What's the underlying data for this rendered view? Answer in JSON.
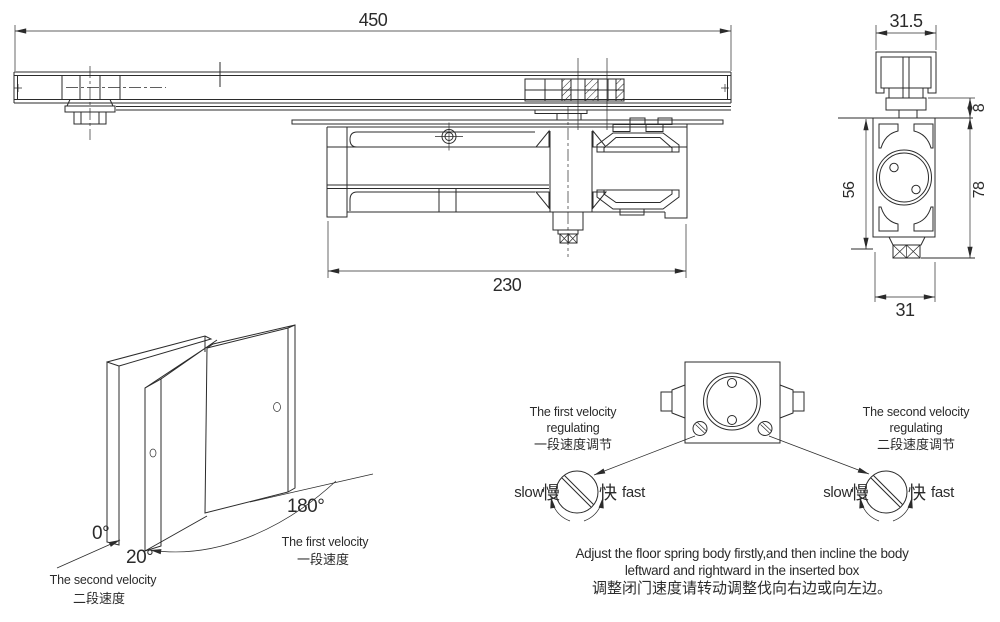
{
  "colors": {
    "line": "#2b2b2b",
    "background": "#ffffff"
  },
  "front_view": {
    "rail_length": "450",
    "body_length": "230"
  },
  "side_view": {
    "cap_width": "31.5",
    "neck_height": "8",
    "body_height": "78",
    "upper_height": "56",
    "bottom_width": "31"
  },
  "door_diagram": {
    "angle_closed": "0°",
    "angle_latch": "20°",
    "angle_open": "180°",
    "first_velocity_en": "The first velocity",
    "first_velocity_zh": "一段速度",
    "second_velocity_en": "The second velocity",
    "second_velocity_zh": "二段速度"
  },
  "adjustment_diagram": {
    "first_regulating": {
      "en1": "The first velocity",
      "en2": "regulating",
      "zh": "一段速度调节"
    },
    "second_regulating": {
      "en1": "The second velocity",
      "en2": "regulating",
      "zh": "二段速度调节"
    },
    "knob": {
      "slow_en": "slow",
      "slow_zh": "慢",
      "fast_zh": "快",
      "fast_en": "fast"
    },
    "note_en1": "Adjust the floor spring body firstly,and then incline the body",
    "note_en2": "leftward and rightward in the inserted box",
    "note_zh": "调整闭门速度请转动调整伐向右边或向左边。"
  }
}
